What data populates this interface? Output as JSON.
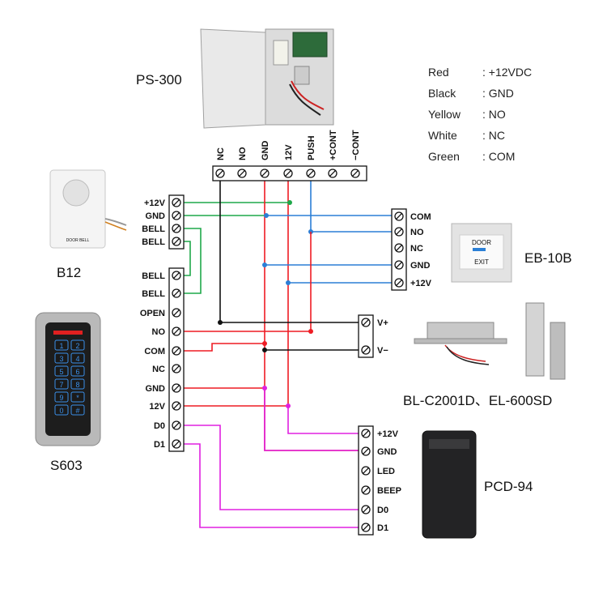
{
  "devices": {
    "power_supply": "PS-300",
    "bell": "B12",
    "keypad": "S603",
    "exit_button": "EB-10B",
    "locks": "BL-C2001D、EL-600SD",
    "reader": "PCD-94"
  },
  "legend": [
    {
      "color": "Red",
      "meaning": ": +12VDC"
    },
    {
      "color": "Black",
      "meaning": ": GND"
    },
    {
      "color": "Yellow",
      "meaning": ": NO"
    },
    {
      "color": "White",
      "meaning": ": NC"
    },
    {
      "color": "Green",
      "meaning": ": COM"
    }
  ],
  "power_terminals": [
    "NC",
    "NO",
    "GND",
    "12V",
    "PUSH",
    "+CONT",
    "−CONT"
  ],
  "keypad_terminals_top": [
    "+12V",
    "GND",
    "BELL",
    "BELL"
  ],
  "keypad_terminals_main": [
    "BELL",
    "BELL",
    "OPEN",
    "NO",
    "COM",
    "NC",
    "GND",
    "12V",
    "D0",
    "D1"
  ],
  "exit_terminals": [
    "COM",
    "NO",
    "NC",
    "GND",
    "+12V"
  ],
  "lock_terminals": [
    "V+",
    "V−"
  ],
  "reader_terminals": [
    "+12V",
    "GND",
    "LED",
    "BEEP",
    "D0",
    "D1"
  ],
  "device_labels": {
    "door": "DOOR",
    "exit": "EXIT",
    "bell_brand": "DOOR BELL"
  },
  "colors": {
    "red": "#ee1c24",
    "black": "#111111",
    "green": "#1fa84a",
    "blue": "#2b7fd6",
    "magenta": "#e020e0"
  }
}
